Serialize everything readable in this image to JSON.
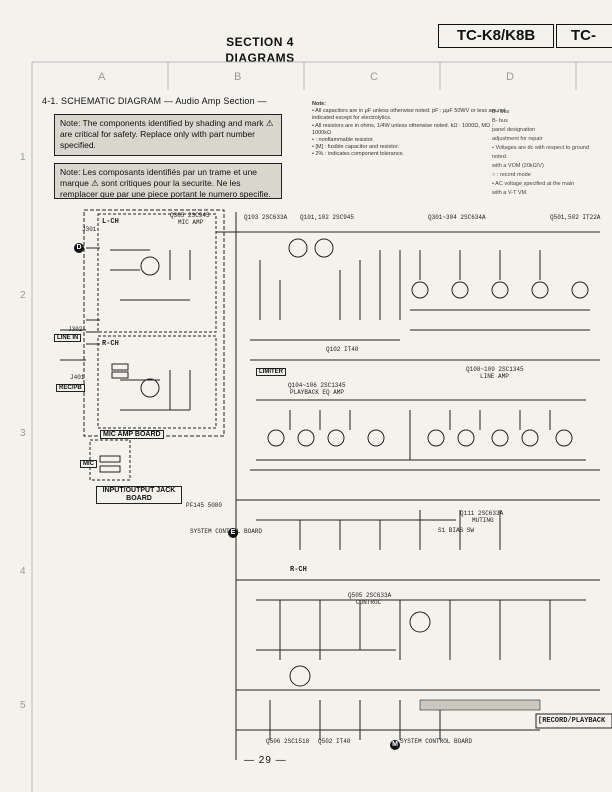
{
  "header": {
    "section_line1": "SECTION 4",
    "section_line2": "DIAGRAMS",
    "model": "TC-K8/K8B",
    "model_cut": "TC-"
  },
  "grid": {
    "cols": [
      "A",
      "B",
      "C",
      "D"
    ],
    "rows": [
      "1",
      "2",
      "3",
      "4",
      "5"
    ]
  },
  "subtitle": "4-1.  SCHEMATIC DIAGRAM  — Audio Amp Section —",
  "note_en": "Note: The components identified by shading and mark ⚠ are critical for safety.  Replace only with part number specified.",
  "note_fr": "Note: Les composants identifiés par un trame et une marque ⚠ sont critiques pour la securite.  Ne les remplacer que par une piece portant le numero specifie.",
  "notes": {
    "title": "Note:",
    "items": [
      "• All capacitors are in μF unless otherwise noted. pF : μμF  50WV or less are not indicated except for electrolytics.",
      "• All resistors are in ohms, 1/4W unless otherwise noted.  kΩ : 1000Ω, MΩ : 1000kΩ",
      "• : nonflammable resistor.",
      "• [M] : fusible capacitor and resistor.",
      "• 2% : indicates component tolerance."
    ],
    "right_items": [
      "B+ bus",
      "B- bus",
      "panel designation",
      "adjustment for repair",
      "• Voltages are dc with respect to ground",
      "noted.",
      "with a VOM (20kΩ/V)",
      "○ : record mode",
      "• AC voltage specified at the main",
      "with a V-T VM."
    ]
  },
  "labels": {
    "lch": "L-CH",
    "rch": "R-CH",
    "rch2": "R-CH",
    "mic_amp_board": "MIC AMP BOARD",
    "io_jack_board": "INPUT/OUTPUT JACK BOARD",
    "q305": "Q305 2SC945",
    "q305_sub": "MIC AMP",
    "q103": "Q103 2SC633A",
    "q101": "Q101,102 2SC945",
    "q301": "Q301~304 2SC634A",
    "q501": "Q501,502 IT22A",
    "q102": "Q102 IT40",
    "q104": "Q104~106 2SC1345",
    "q104_sub": "PLAYBACK EQ AMP",
    "q108": "Q108~109 2SC1345",
    "q108_sub": "LINE AMP",
    "q111": "Q111 2SC633A",
    "q111_sub": "MUTING",
    "q505": "Q505 2SC633A",
    "q505_sub": "CONTROL",
    "q506": "Q506 2SC1518",
    "q502": "Q502 IT40",
    "s1": "S1 BIAS SW",
    "limiter": "LIMITER",
    "line_in": "LINE IN",
    "mic": "MIC",
    "rec_pb": "REC/PB",
    "system_control": "SYSTEM CONTROL BOARD",
    "system_control2": "SYSTEM CONTROL BOARD",
    "record_playback": "[RECORD/PLAYBACK",
    "ref_d": "D",
    "ref_e": "E",
    "ref_m": "M",
    "j301": "J301",
    "j302": "J302",
    "j401": "J401",
    "pf": "PF145 5080"
  },
  "page_number": "— 29 —"
}
